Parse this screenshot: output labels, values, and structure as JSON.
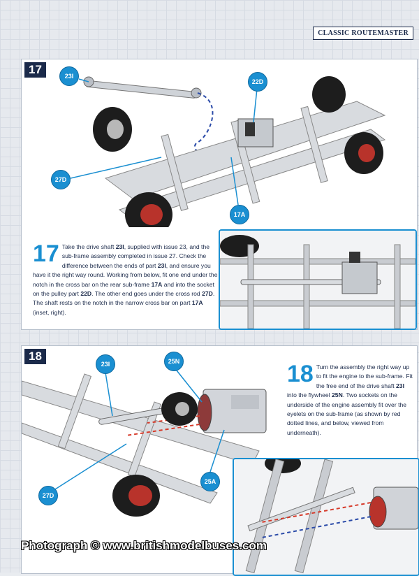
{
  "header": {
    "badge": "CLASSIC ROUTEMASTER"
  },
  "step17": {
    "number": "17",
    "big_number": "17",
    "callouts": {
      "drive_shaft": "23I",
      "pulley": "22D",
      "narrow_bar": "27D",
      "cross_bar": "17A"
    },
    "text": {
      "p1": "Take the drive shaft ",
      "ref1": "23I",
      "p2": ", supplied with issue 23, and the sub-frame assembly completed in issue 27. Check the difference between the ends of part ",
      "ref2": "23I",
      "p3": ", and ensure you have it the right way round. Working from below, fit one end under the notch in the cross bar on the rear sub-frame ",
      "ref3": "17A",
      "p4": " and into the socket on the pulley part ",
      "ref4": "22D",
      "p5": ". The other end goes under the cross rod ",
      "ref5": "27D",
      "p6": ". The shaft rests on the notch in the narrow cross bar on part ",
      "ref6": "17A",
      "p7": " (inset, right)."
    }
  },
  "step18": {
    "number": "18",
    "big_number": "18",
    "callouts": {
      "drive_shaft": "23I",
      "flywheel": "25N",
      "cross_rod": "27D",
      "engine": "25A"
    },
    "text": {
      "p1": "Turn the assembly the right way up to fit the engine to the sub-frame. Fit the free end of the drive shaft ",
      "ref1": "23I",
      "p2": " into the flywheel ",
      "ref2": "25N",
      "p3": ". Two sockets on the underside of the engine assembly fit over the eyelets on the sub-frame (as shown by red dotted lines, and below, viewed from underneath)."
    }
  },
  "watermark": "Photograph © www.britishmodelbuses.com",
  "colors": {
    "accent": "#1a8fd1",
    "navy": "#1b2a4a",
    "wheel_hub": "#b8332b",
    "frame": "#c9ccd1"
  }
}
